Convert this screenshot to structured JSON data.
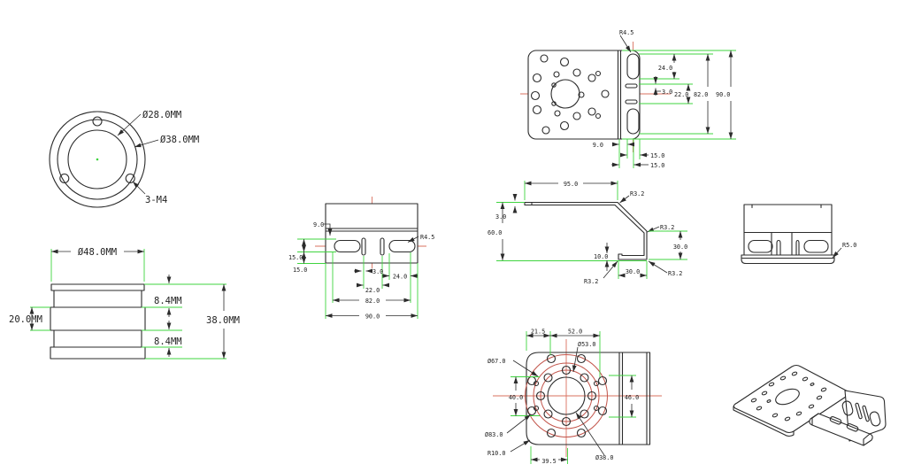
{
  "drawing": {
    "colors": {
      "outline": "#2b2b2b",
      "dimension_green": "#3fd43f",
      "centerline_red": "#d9705f",
      "bolt_circle_red": "#c2544a",
      "background": "#ffffff"
    },
    "views": {
      "flange": {
        "d28": "Ø28.0MM",
        "d38": "Ø38.0MM",
        "m4": "3-M4"
      },
      "cylinder": {
        "d48": "Ø48.0MM",
        "t84": "8.4MM",
        "h20": "20.0MM",
        "b84": "8.4MM",
        "h38": "38.0MM"
      },
      "front": {
        "o9": "9.0",
        "f15a": "15.0",
        "f15b": "15.0",
        "w3": "3.0",
        "w22": "22.0",
        "w24": "24.0",
        "w82": "82.0",
        "w90": "90.0",
        "r45": "R4.5"
      },
      "flat": {
        "r45": "R4.5",
        "v24": "24.0",
        "v3": "3.0",
        "v22": "22.0",
        "v82": "82.0",
        "v90": "90.0",
        "b9": "9.0",
        "b15a": "15.0",
        "b15b": "15.0"
      },
      "profile": {
        "w95": "95.0",
        "t3": "3.0",
        "h60": "60.0",
        "r32a": "R3.2",
        "r32b": "R3.2",
        "h30": "30.0",
        "s10": "10.0",
        "w30": "30.0",
        "r32c": "R3.2",
        "r32d": "R3.2"
      },
      "side": {
        "r50": "R5.0"
      },
      "hub": {
        "w215": "21.5",
        "w52": "52.0",
        "d53": "Ø53.0",
        "d67": "Ø67.0",
        "h40": "40.0",
        "h46": "46.0",
        "d83": "Ø83.0",
        "r10": "R10.0",
        "w395": "39.5",
        "d38": "Ø38.0"
      }
    }
  }
}
